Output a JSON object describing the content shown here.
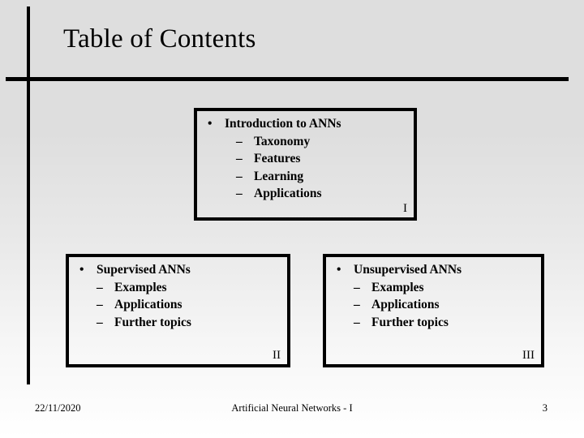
{
  "slide": {
    "title": "Table of Contents",
    "background_top_color": "#dedede",
    "background_bottom_color": "#ffffff",
    "rule_color": "#000000"
  },
  "boxes": [
    {
      "id": "intro",
      "numeral": "I",
      "heading": "Introduction to ANNs",
      "bullet_glyph": "•",
      "dash_glyph": "–",
      "subitems": [
        "Taxonomy",
        "Features",
        "Learning",
        "Applications"
      ]
    },
    {
      "id": "supervised",
      "numeral": "II",
      "heading": "Supervised ANNs",
      "bullet_glyph": "•",
      "dash_glyph": "–",
      "subitems": [
        "Examples",
        "Applications",
        "Further topics"
      ]
    },
    {
      "id": "unsupervised",
      "numeral": "III",
      "heading": "Unsupervised ANNs",
      "bullet_glyph": "•",
      "dash_glyph": "–",
      "subitems": [
        "Examples",
        "Applications",
        "Further topics"
      ]
    }
  ],
  "footer": {
    "date": "22/11/2020",
    "center": "Artificial Neural Networks - I",
    "page": "3"
  }
}
